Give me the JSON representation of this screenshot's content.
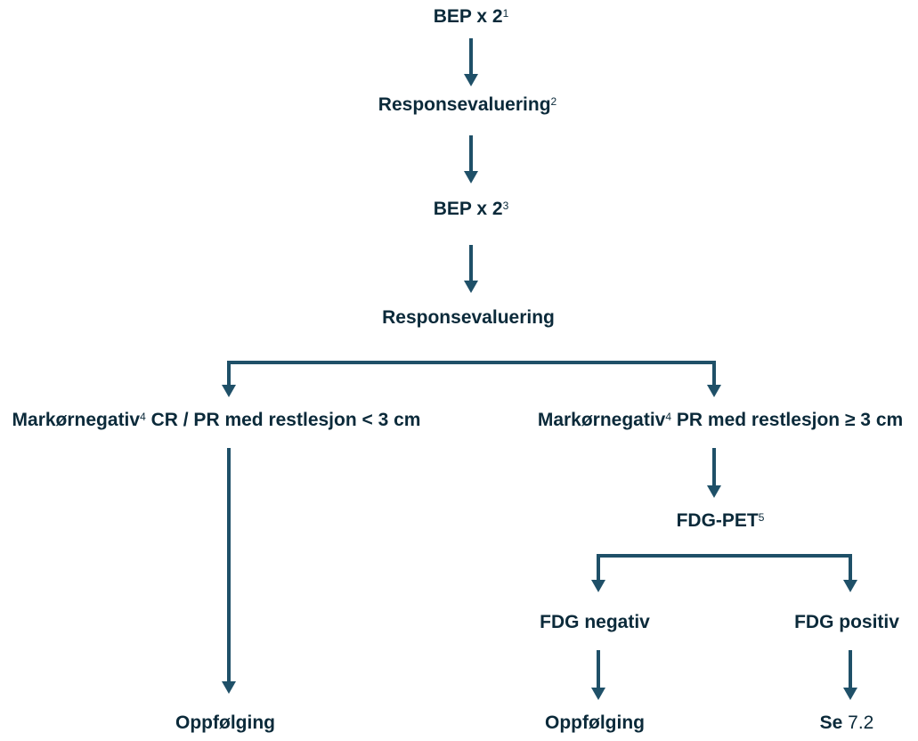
{
  "colors": {
    "arrow": "#1f5068",
    "text": "#0b2a3a"
  },
  "nodes": {
    "bep1": {
      "text": "BEP x 2",
      "sup": "1"
    },
    "resp1": {
      "text": "Responsevaluering",
      "sup": "2"
    },
    "bep2": {
      "text": "BEP x 2",
      "sup": "3"
    },
    "resp2": {
      "text": "Responsevaluering"
    },
    "left_branch": {
      "pre": "Markørnegativ",
      "sup": "4",
      "post": " CR / PR med restlesjon < 3 cm"
    },
    "right_branch": {
      "pre": "Markørnegativ",
      "sup": "4",
      "post": " PR med restlesjon ≥ 3 cm"
    },
    "fdg_pet": {
      "text": "FDG-PET",
      "sup": "5"
    },
    "fdg_neg": {
      "text": "FDG negativ"
    },
    "fdg_pos": {
      "text": "FDG positiv"
    },
    "follow_left": {
      "text": "Oppfølging"
    },
    "follow_right": {
      "text": "Oppfølging"
    },
    "see": {
      "text": "Se",
      "ref": "7.2"
    }
  }
}
